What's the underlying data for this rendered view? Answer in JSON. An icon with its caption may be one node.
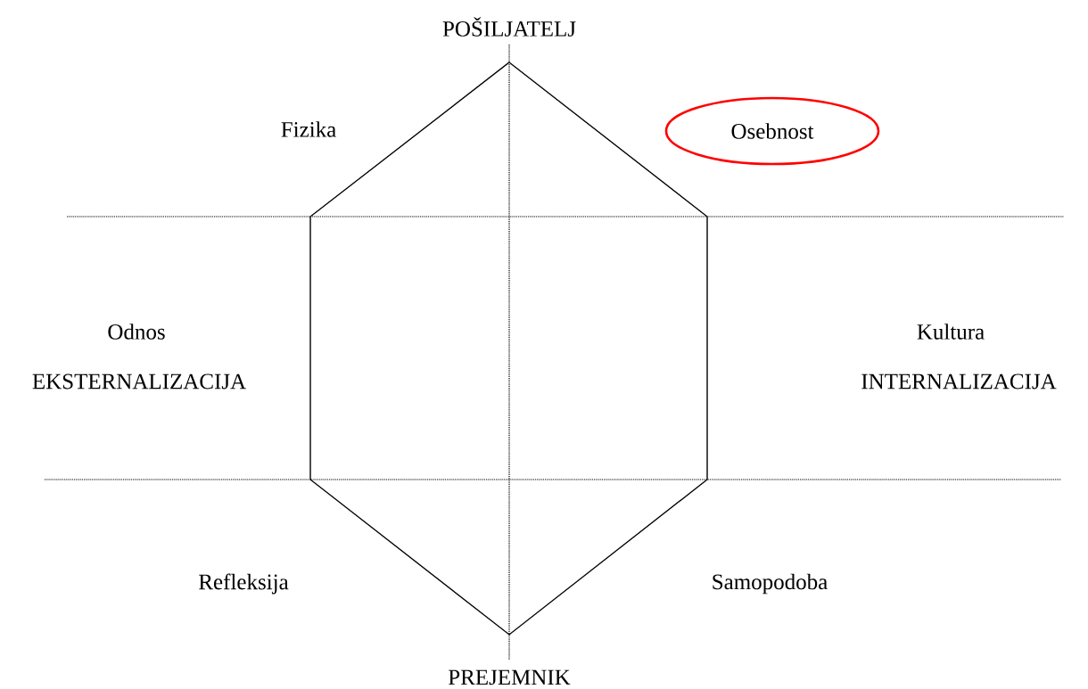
{
  "diagram": {
    "nodes": [
      {
        "text": [
          "Osebnost"
        ]
      }
    ],
    "labels": [
      "POŠILJATELJ",
      "Fizika",
      "Odnos",
      "EKSTERNALIZACIJA",
      "Kultura",
      "INTERNALIZACIJA",
      "Refleksija",
      "Samopodoba",
      "PREJEMNIK"
    ]
  }
}
